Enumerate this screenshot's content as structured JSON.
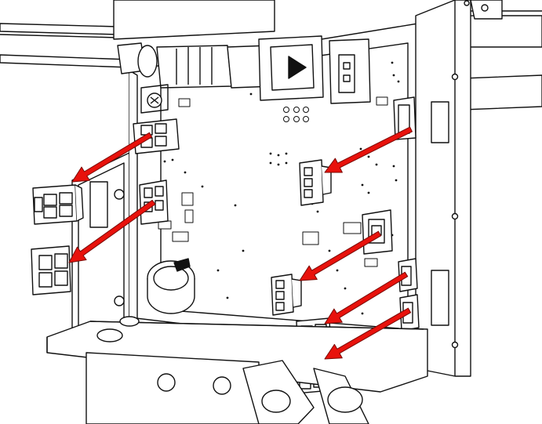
{
  "diagram": {
    "kind": "technical-line-drawing",
    "subject": "electronics-board-connector-disconnection",
    "colors": {
      "line": "#111111",
      "fill": "#ffffff",
      "arrow": "#e8120c",
      "arrow_outline": "#7a0a06"
    },
    "arrows": [
      {
        "name": "arrow-connector-top-left",
        "from": "board-connector-j1",
        "to": "loose-plug-p1"
      },
      {
        "name": "arrow-connector-mid-left",
        "from": "board-connector-j2",
        "to": "loose-plug-p2"
      },
      {
        "name": "arrow-connector-top-right",
        "from": "side-connector-j3",
        "to": "loose-plug-p3"
      },
      {
        "name": "arrow-connector-center",
        "from": "board-connector-j4",
        "to": "loose-plug-p4"
      },
      {
        "name": "arrow-connector-lower-right-1",
        "from": "side-connector-j5",
        "to": "loose-plug-p5"
      },
      {
        "name": "arrow-connector-lower-right-2",
        "from": "side-connector-j6",
        "to": "loose-plug-p6"
      }
    ]
  }
}
